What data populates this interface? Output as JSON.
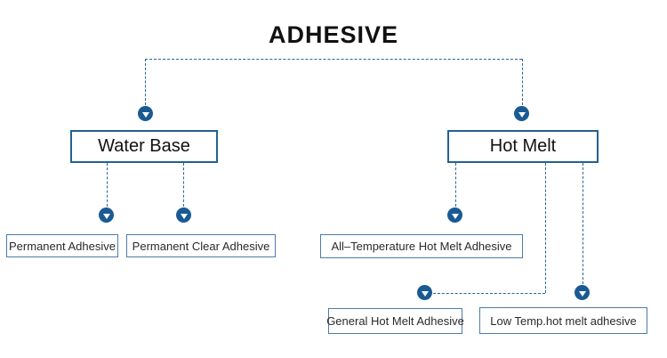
{
  "title": "ADHESIVE",
  "colors": {
    "connector_line": "#2a6496",
    "arrow_fill": "#1a5a94",
    "big_box_border": "#24618f",
    "small_box_border": "#4d7ca8",
    "text": "#111111"
  },
  "nodes": {
    "water_base": "Water Base",
    "hot_melt": "Hot Melt",
    "permanent_adhesive": "Permanent Adhesive",
    "permanent_clear_adhesive": "Permanent Clear Adhesive",
    "all_temperature_hot_melt_adhesive": "All–Temperature Hot Melt Adhesive",
    "general_hot_melt_adhesive": "General Hot Melt Adhesive",
    "low_temp_hot_melt_adhesive": "Low Temp.hot melt adhesive"
  },
  "hierarchy": [
    {
      "parent": "ADHESIVE",
      "children": [
        "Water Base",
        "Hot Melt"
      ]
    },
    {
      "parent": "Water Base",
      "children": [
        "Permanent Adhesive",
        "Permanent Clear Adhesive"
      ]
    },
    {
      "parent": "Hot Melt",
      "children": [
        "All–Temperature Hot Melt Adhesive",
        "General Hot Melt Adhesive",
        "Low Temp.hot melt adhesive"
      ]
    }
  ]
}
